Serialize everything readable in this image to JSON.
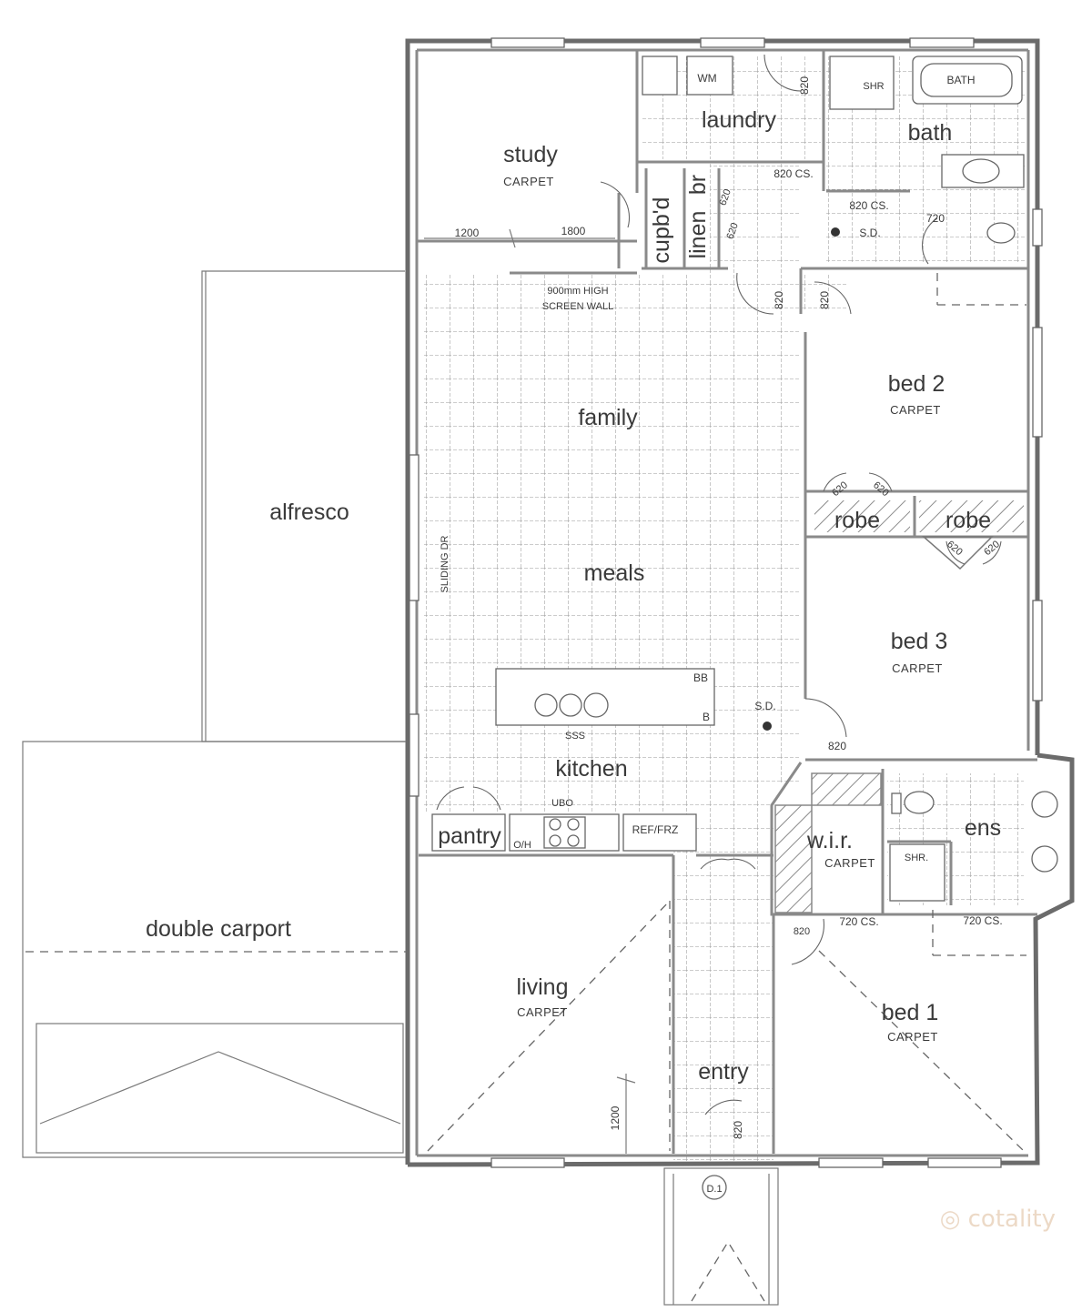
{
  "rooms": {
    "study": {
      "name": "study",
      "finish": "CARPET"
    },
    "laundry": {
      "name": "laundry"
    },
    "bath": {
      "name": "bath"
    },
    "cupbd": {
      "name": "cupb'd"
    },
    "linen": {
      "name": "linen"
    },
    "br": {
      "name": "br"
    },
    "family": {
      "name": "family"
    },
    "meals": {
      "name": "meals"
    },
    "kitchen": {
      "name": "kitchen"
    },
    "alfresco": {
      "name": "alfresco"
    },
    "carport": {
      "name": "double carport"
    },
    "bed2": {
      "name": "bed 2",
      "finish": "CARPET"
    },
    "bed3": {
      "name": "bed 3",
      "finish": "CARPET"
    },
    "robe1": {
      "name": "robe"
    },
    "robe2": {
      "name": "robe"
    },
    "pantry": {
      "name": "pantry"
    },
    "wir": {
      "name": "w.i.r.",
      "finish": "CARPET"
    },
    "ens": {
      "name": "ens"
    },
    "living": {
      "name": "living",
      "finish": "CARPET"
    },
    "entry": {
      "name": "entry"
    },
    "bed1": {
      "name": "bed 1",
      "finish": "CARPET"
    }
  },
  "fixtures": {
    "wm": "WM",
    "shr_bath": "SHR",
    "bath_tub": "BATH",
    "shr_ens": "SHR.",
    "bb": "BB",
    "b": "B",
    "sss": "SSS",
    "ubo": "UBO",
    "oh": "O/H",
    "ref": "REF/FRZ",
    "sd1": "S.D.",
    "sd2": "S.D.",
    "d1": "D.1",
    "sliding": "SLIDING DR",
    "screen_wall_1": "900mm HIGH",
    "screen_wall_2": "SCREEN WALL"
  },
  "dimensions": {
    "d1200a": "1200",
    "d1800": "1800",
    "d820_laundry": "820",
    "d820cs_top": "820 CS.",
    "d620_br": "620",
    "d620_br2": "620",
    "d820cs_bath": "820 CS.",
    "d720": "720",
    "d820_hall": "820",
    "d820_bed2": "820",
    "d620_r1": "620",
    "d620_r2": "620",
    "d620_r3": "620",
    "d620_r4": "620",
    "d820_bed3": "820",
    "d820_bed1": "820",
    "d720cs_wir": "720 CS.",
    "d720cs_ens": "720 CS.",
    "d1200b": "1200",
    "d820_entry": "820"
  },
  "watermark": "cotality"
}
